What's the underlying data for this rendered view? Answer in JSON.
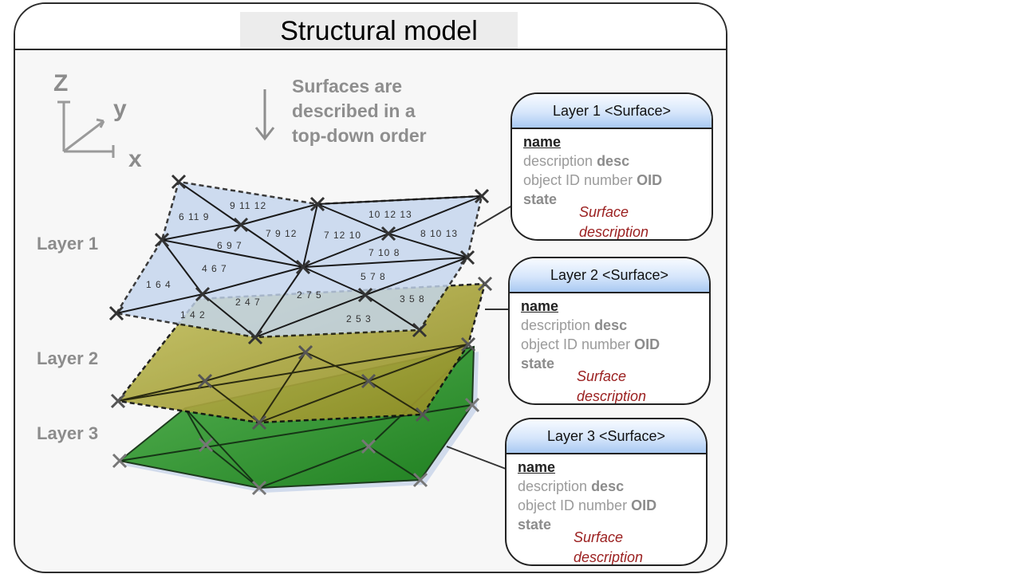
{
  "title": "Structural model",
  "axes": {
    "z": "Z",
    "y": "y",
    "x": "x"
  },
  "order_note": [
    "Surfaces are",
    "described in a",
    "top-down order"
  ],
  "layer_labels": [
    "Layer 1",
    "Layer 2",
    "Layer 3"
  ],
  "triangle_labels": [
    "6 11 9",
    "9 11 12",
    "10 12 13",
    "6 9 7",
    "7 9 12",
    "7 12 10",
    "8 10 13",
    "7 10 8",
    "4 6 7",
    "1 6 4",
    "5 7 8",
    "1 4 2",
    "2 4 7",
    "2 7 5",
    "3 5 8",
    "2 5 3"
  ],
  "colors": {
    "layer1": "#b9cde6",
    "layer2": "#a8a331",
    "layer3": "#2f9a2e",
    "card_header": "#a9c9f2",
    "desc_text": "#9b2020"
  },
  "cards": [
    {
      "header": "Layer 1 <Surface>",
      "name": "name",
      "desc_prefix": "description",
      "desc_key": "desc",
      "oid_prefix": "object ID number",
      "oid_key": "OID",
      "state": "state",
      "surface_desc": [
        "Surface",
        "description"
      ]
    },
    {
      "header": "Layer 2 <Surface>",
      "name": "name",
      "desc_prefix": "description",
      "desc_key": "desc",
      "oid_prefix": "object ID number",
      "oid_key": "OID",
      "state": "state",
      "surface_desc": [
        "Surface",
        "description"
      ]
    },
    {
      "header": "Layer 3 <Surface>",
      "name": "name",
      "desc_prefix": "description",
      "desc_key": "desc",
      "oid_prefix": "object ID number",
      "oid_key": "OID",
      "state": "state",
      "surface_desc": [
        "Surface",
        "description"
      ]
    }
  ]
}
